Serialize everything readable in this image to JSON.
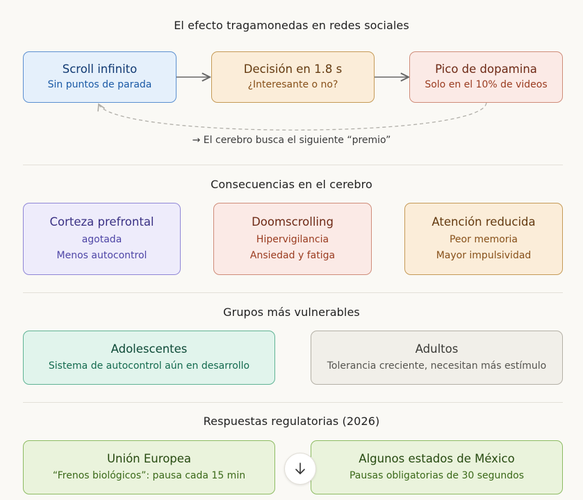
{
  "flow": {
    "title": "El efecto tragamonedas en redes sociales",
    "steps": [
      {
        "title": "Scroll infinito",
        "subtitle": "Sin puntos de parada"
      },
      {
        "title": "Decisión en 1.8 s",
        "subtitle": "¿Interesante o no?"
      },
      {
        "title": "Pico de dopamina",
        "subtitle": "Solo en el 10% de videos"
      }
    ],
    "loop_label": "→ El cerebro busca el siguiente “premio”"
  },
  "consequences": {
    "title": "Consecuencias en el cerebro",
    "items": [
      {
        "title": "Corteza prefrontal",
        "line1": "agotada",
        "line2": "Menos autocontrol"
      },
      {
        "title": "Doomscrolling",
        "line1": "Hipervigilancia",
        "line2": "Ansiedad y fatiga"
      },
      {
        "title": "Atención reducida",
        "line1": "Peor memoria",
        "line2": "Mayor impulsividad"
      }
    ]
  },
  "groups": {
    "title": "Grupos más vulnerables",
    "items": [
      {
        "title": "Adolescentes",
        "subtitle": "Sistema de autocontrol aún en desarrollo"
      },
      {
        "title": "Adultos",
        "subtitle": "Tolerancia creciente, necesitan más estímulo"
      }
    ]
  },
  "regulation": {
    "title": "Respuestas regulatorias (2026)",
    "items": [
      {
        "title": "Unión Europea",
        "subtitle": "“Frenos biológicos”: pausa cada 15 min"
      },
      {
        "title": "Algunos estados de México",
        "subtitle": "Pausas obligatorias de 30 segundos"
      }
    ]
  },
  "colors": {
    "blue": "#e5f0fb",
    "orange": "#fbedd9",
    "red": "#fbeae6",
    "purple": "#eeecfb",
    "green": "#e1f4ec",
    "gray": "#f1efe9",
    "lime": "#eaf3dc"
  },
  "icons": {
    "scroll_button": "arrow-down-icon"
  }
}
